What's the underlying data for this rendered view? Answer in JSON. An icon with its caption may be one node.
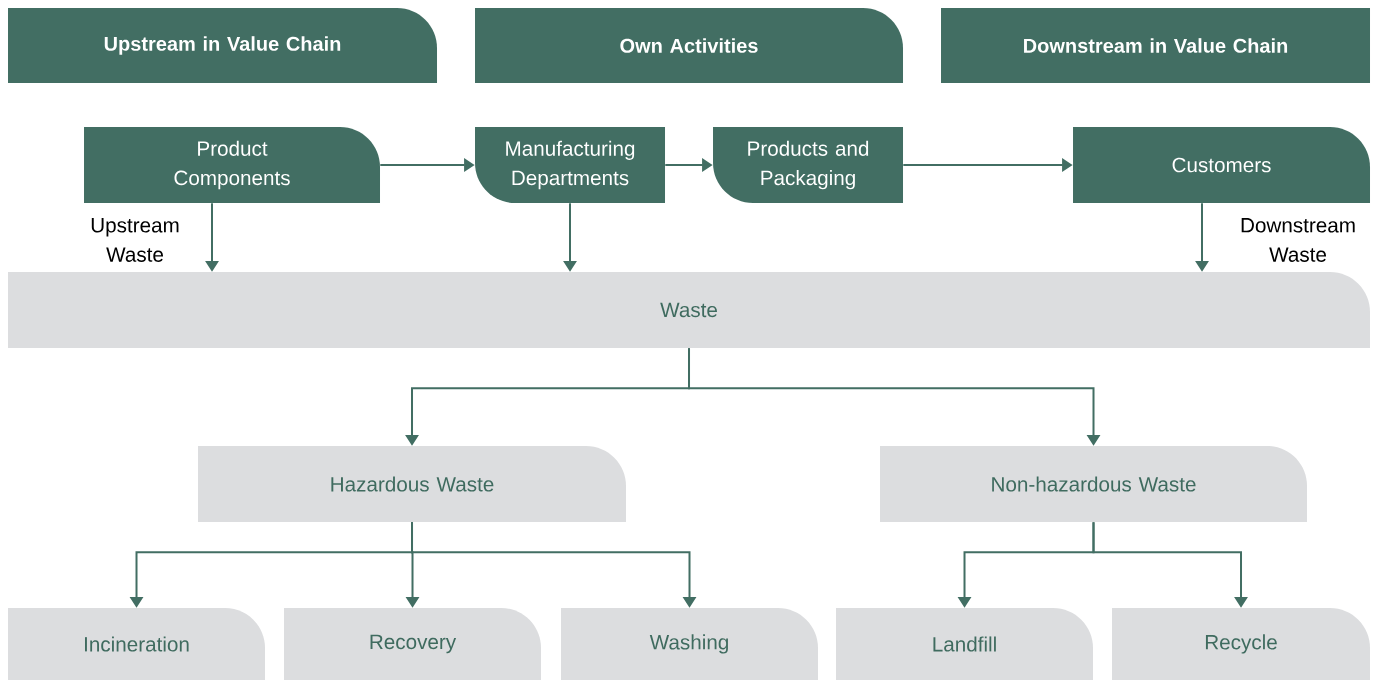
{
  "diagram": {
    "nodes": [
      {
        "text": [
          "Upstream in Value Chain"
        ]
      },
      {
        "text": [
          "Own Activities"
        ]
      },
      {
        "text": [
          "Downstream in Value Chain"
        ]
      },
      {
        "text": [
          "Product Components"
        ]
      },
      {
        "text": [
          "Manufacturing Departments"
        ]
      },
      {
        "text": [
          "Products and Packaging"
        ]
      },
      {
        "text": [
          "Customers"
        ]
      },
      {
        "text": [
          "Waste"
        ]
      },
      {
        "text": [
          "Hazardous Waste"
        ]
      },
      {
        "text": [
          "Non-hazardous Waste"
        ]
      },
      {
        "text": [
          "Incineration"
        ]
      },
      {
        "text": [
          "Recovery"
        ]
      },
      {
        "text": [
          "Washing"
        ]
      },
      {
        "text": [
          "Landfill"
        ]
      },
      {
        "text": [
          "Recycle"
        ]
      }
    ],
    "edges": [
      {
        "from": 3,
        "to": 4,
        "arrow": "to"
      },
      {
        "from": 4,
        "to": 5,
        "arrow": "to"
      },
      {
        "from": 5,
        "to": 6,
        "arrow": "to"
      },
      {
        "from": 3,
        "to": 7,
        "arrow": "to",
        "label": "Upstream Waste"
      },
      {
        "from": 4,
        "to": 7,
        "arrow": "to"
      },
      {
        "from": 6,
        "to": 7,
        "arrow": "to",
        "label": "Downstream Waste"
      },
      {
        "from": 7,
        "to": 8,
        "arrow": "to"
      },
      {
        "from": 7,
        "to": 9,
        "arrow": "to"
      },
      {
        "from": 8,
        "to": 10,
        "arrow": "to"
      },
      {
        "from": 8,
        "to": 11,
        "arrow": "to"
      },
      {
        "from": 8,
        "to": 12,
        "arrow": "to"
      },
      {
        "from": 9,
        "to": 13,
        "arrow": "to"
      },
      {
        "from": 9,
        "to": 14,
        "arrow": "to"
      }
    ]
  }
}
